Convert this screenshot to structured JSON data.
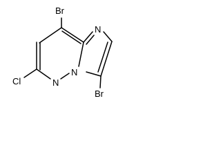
{
  "molecule": {
    "atoms": {
      "br_top": "Br",
      "cl": "Cl",
      "n_imidazole": "N",
      "n_bridge": "N",
      "n_pyridazine": "N",
      "br_bottom": "Br"
    },
    "colors": {
      "bond": "#000000",
      "label": "#000000",
      "background": "#ffffff"
    }
  }
}
